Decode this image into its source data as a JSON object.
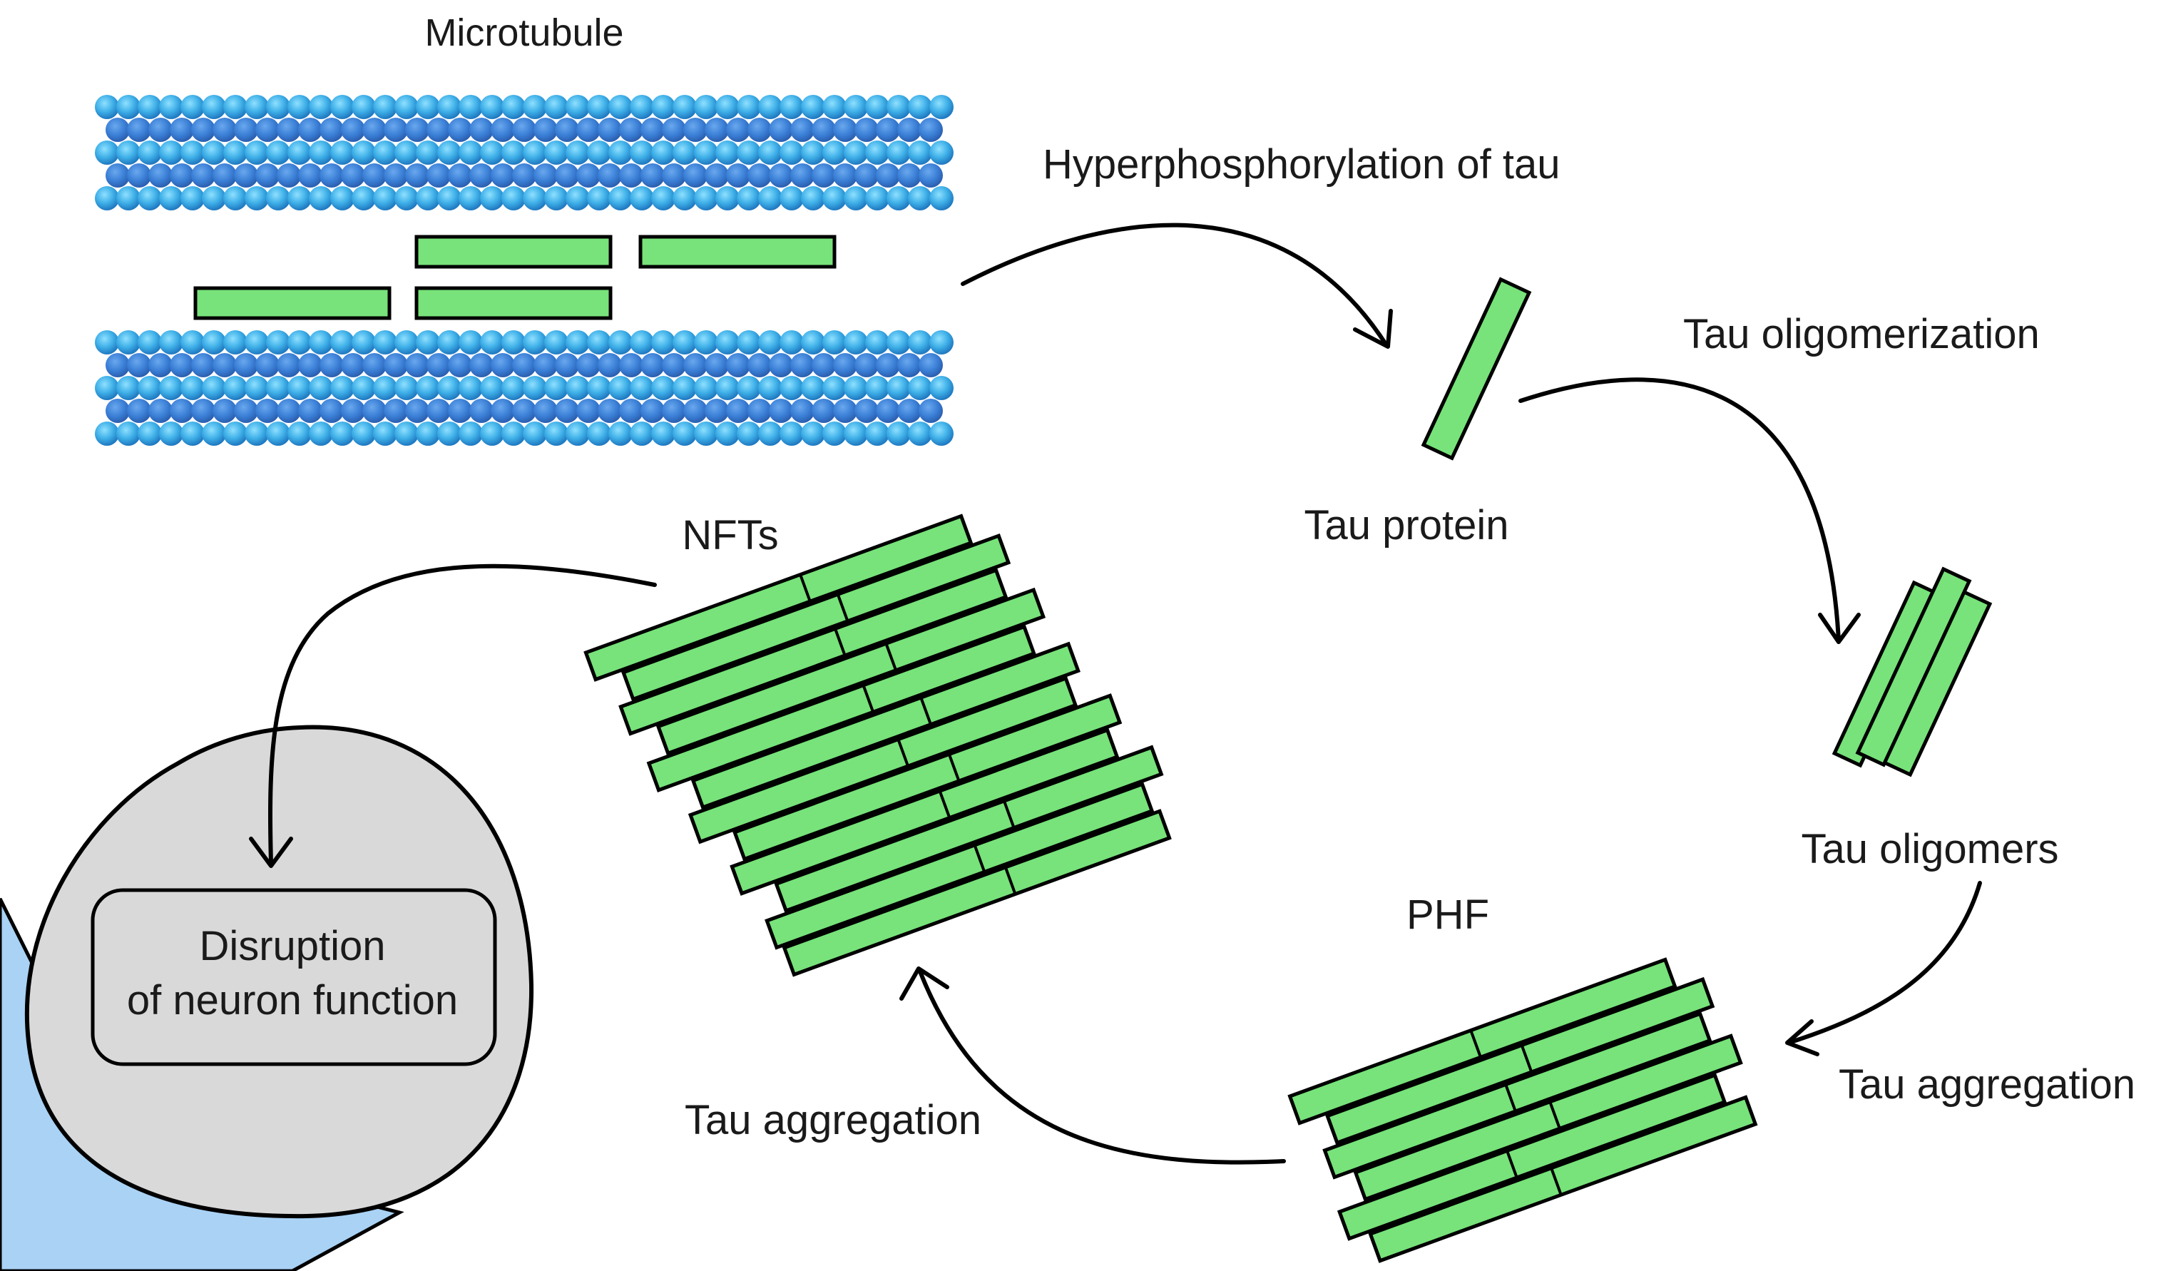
{
  "labels": {
    "microtubule": "Microtubule",
    "hyperphosphorylation": "Hyperphosphorylation of tau",
    "tau_protein": "Tau protein",
    "tau_oligomerization": "Tau oligomerization",
    "tau_oligomers": "Tau oligomers",
    "tau_aggregation_right": "Tau aggregation",
    "phf": "PHF",
    "tau_aggregation_left": "Tau aggregation",
    "nfts": "NFTs",
    "disruption_line1": "Disruption",
    "disruption_line2": "of neuron function"
  },
  "colors": {
    "tau_bar": "#77e37a",
    "microtubule_light": "#5ec8f0",
    "microtubule_dark": "#2a86d0",
    "neuron_fill": "#d9d9d9",
    "axon_fill": "#a9d2f5"
  }
}
